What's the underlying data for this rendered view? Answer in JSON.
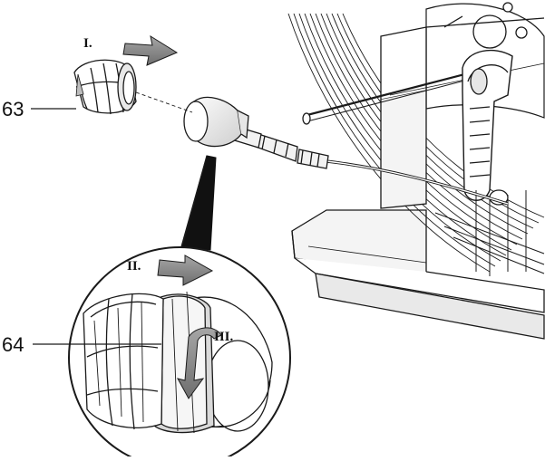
{
  "callouts": {
    "part_63": "63",
    "part_64": "64"
  },
  "steps": {
    "step_1": "I.",
    "step_2": "II.",
    "step_3": "III."
  },
  "colors": {
    "line": "#1a1a1a",
    "arrow_fill": "#8c8c8c",
    "arrow_fill_dark": "#6f6f6f",
    "part_fill": "#f2f2f2",
    "shade": "#d0d0d0"
  },
  "icons": {
    "push_arrow": "right-arrow-icon",
    "rotate_arrow": "curved-down-arrow-icon"
  }
}
